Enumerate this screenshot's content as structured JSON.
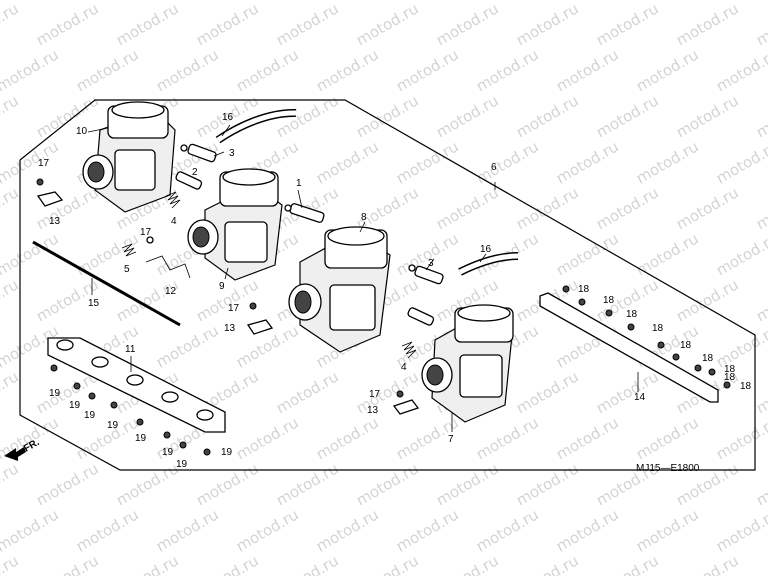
{
  "watermark": "motod.ru",
  "diagram_code": "MJ15—E1800",
  "front_indicator": "FR.",
  "callouts": {
    "c1": "1",
    "c2": "2",
    "c3a": "3",
    "c3b": "3",
    "c4a": "4",
    "c4b": "4",
    "c5": "5",
    "c6": "6",
    "c7": "7",
    "c8": "8",
    "c9": "9",
    "c10": "10",
    "c11": "11",
    "c12": "12",
    "c13a": "13",
    "c13b": "13",
    "c13c": "13",
    "c14": "14",
    "c15": "15",
    "c16a": "16",
    "c16b": "16",
    "c17a": "17",
    "c17b": "17",
    "c17c": "17",
    "c18a": "18",
    "c18b": "18",
    "c18c": "18",
    "c18d": "18",
    "c18e": "18",
    "c18f": "18",
    "c18g": "18",
    "c18h": "18",
    "c18i": "18",
    "c19a": "19",
    "c19b": "19",
    "c19c": "19",
    "c19d": "19",
    "c19e": "19",
    "c19f": "19",
    "c19g": "19",
    "c19h": "19"
  }
}
